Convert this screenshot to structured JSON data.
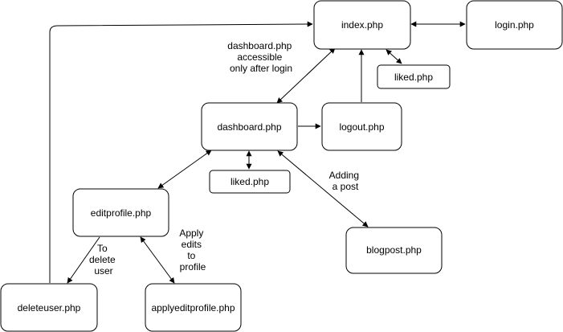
{
  "colors": {
    "stroke": "#000000",
    "fill": "#ffffff",
    "text": "#000000"
  },
  "nodes": {
    "index": {
      "label": "index.php"
    },
    "login": {
      "label": "login.php"
    },
    "liked_top": {
      "label": "liked.php"
    },
    "dashboard": {
      "label": "dashboard.php"
    },
    "logout": {
      "label": "logout.php"
    },
    "liked_mid": {
      "label": "liked.php"
    },
    "editprofile": {
      "label": "editprofile.php"
    },
    "blogpost": {
      "label": "blogpost.php"
    },
    "deleteuser": {
      "label": "deleteuser.php"
    },
    "applyeditprofile": {
      "label": "applyeditprofile.php"
    }
  },
  "edge_labels": {
    "dashboard_access": [
      "dashboard.php",
      "accessible",
      "only after login"
    ],
    "adding_post": [
      "Adding",
      "a post"
    ],
    "to_delete": [
      "To",
      "delete",
      "user"
    ],
    "apply_edits": [
      "Apply",
      "edits",
      "to",
      "profile"
    ]
  }
}
